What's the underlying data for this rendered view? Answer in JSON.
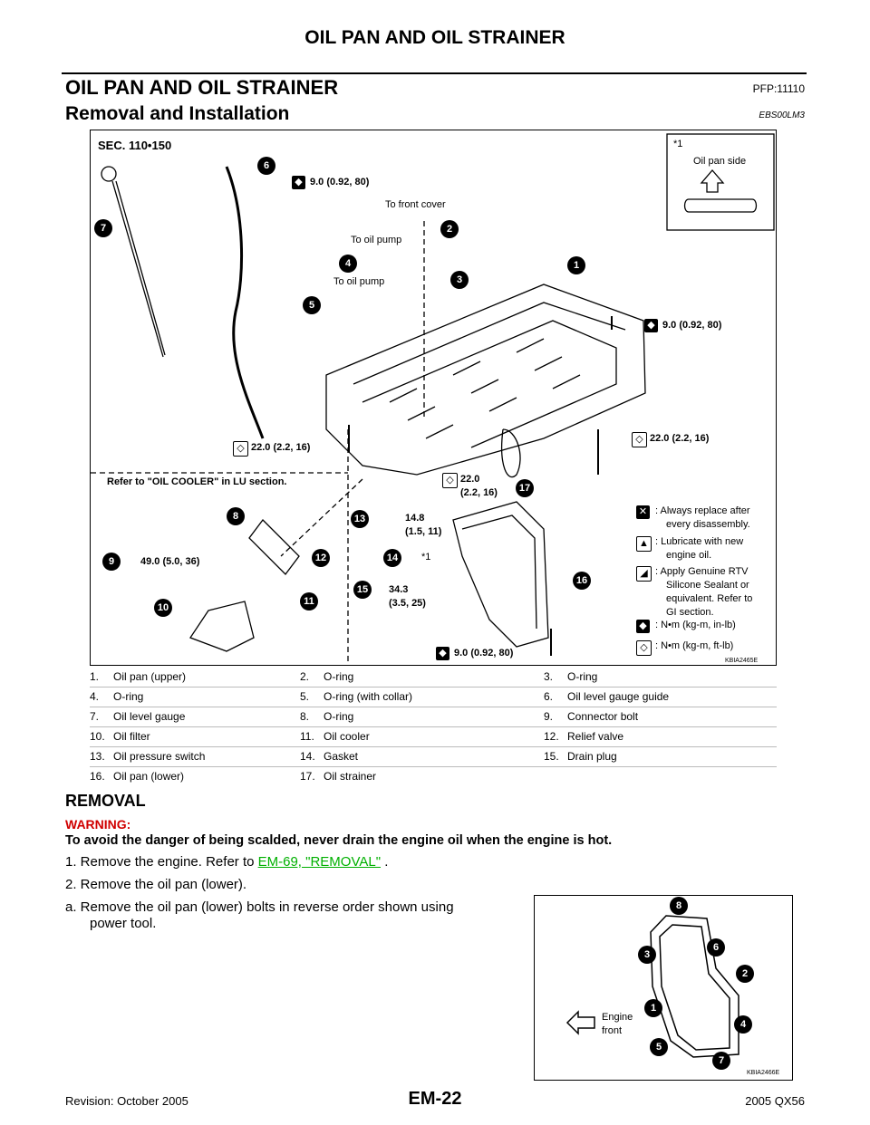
{
  "header": {
    "title": "OIL PAN AND OIL STRAINER"
  },
  "section": {
    "title": "OIL PAN AND OIL STRAINER",
    "pfp": "PFP:11110"
  },
  "subsection": {
    "title": "Removal and Installation",
    "code": "EBS00LM3"
  },
  "figure1": {
    "sec": "SEC. 110•150",
    "inset_mark": "*1",
    "inset_label": "Oil pan side",
    "code": "KBIA2465E",
    "labels": {
      "to_front_cover": "To front cover",
      "to_oil_pump_1": "To oil pump",
      "to_oil_pump_2": "To oil pump",
      "refer_cooler": "Refer to \"OIL COOLER\" in LU section.",
      "star1": "*1"
    },
    "torques": {
      "t6": "9.0 (0.92, 80)",
      "t1": "9.0 (0.92, 80)",
      "t_right": "22.0 (2.2, 16)",
      "t_left": "22.0 (2.2, 16)",
      "t_mid": "22.0",
      "t_mid2": "(2.2, 16)",
      "t13": "14.8",
      "t13b": "(1.5, 11)",
      "t9": "49.0 (5.0, 36)",
      "t15": "34.3",
      "t15b": "(3.5, 25)",
      "t_bottom": "9.0 (0.92, 80)"
    },
    "callouts": [
      "1",
      "2",
      "3",
      "4",
      "5",
      "6",
      "7",
      "8",
      "9",
      "10",
      "11",
      "12",
      "13",
      "14",
      "15",
      "16",
      "17"
    ],
    "legend": [
      {
        "icon": "replace-icon",
        "text1": ": Always replace after",
        "text2": "every disassembly."
      },
      {
        "icon": "lubricate-icon",
        "text1": ": Lubricate with new",
        "text2": "engine oil."
      },
      {
        "icon": "sealant-icon",
        "text1": ": Apply Genuine RTV",
        "text2": "Silicone Sealant or",
        "text3": "equivalent. Refer to",
        "text4": "GI section."
      },
      {
        "icon": "torque-inlb-icon",
        "text1": ": N•m (kg-m, in-lb)"
      },
      {
        "icon": "torque-ftlb-icon",
        "text1": ": N•m (kg-m, ft-lb)"
      }
    ]
  },
  "parts": [
    [
      "1.",
      "Oil pan (upper)"
    ],
    [
      "2.",
      "O-ring"
    ],
    [
      "3.",
      "O-ring"
    ],
    [
      "4.",
      "O-ring"
    ],
    [
      "5.",
      "O-ring (with collar)"
    ],
    [
      "6.",
      "Oil level gauge guide"
    ],
    [
      "7.",
      "Oil level gauge"
    ],
    [
      "8.",
      "O-ring"
    ],
    [
      "9.",
      "Connector bolt"
    ],
    [
      "10.",
      "Oil filter"
    ],
    [
      "11.",
      "Oil cooler"
    ],
    [
      "12.",
      "Relief valve"
    ],
    [
      "13.",
      "Oil pressure switch"
    ],
    [
      "14.",
      "Gasket"
    ],
    [
      "15.",
      "Drain plug"
    ],
    [
      "16.",
      "Oil pan (lower)"
    ],
    [
      "17.",
      "Oil strainer"
    ]
  ],
  "removal": {
    "heading": "REMOVAL",
    "warning_label": "WARNING:",
    "warning_text": "To avoid the danger of being scalded, never drain the engine oil when the engine is hot.",
    "step1_pre": "1.  Remove the engine. Refer to ",
    "step1_link": "EM-69, \"REMOVAL\"",
    "step1_post": " .",
    "step2": "2.  Remove the oil pan (lower).",
    "step_a1": "a.  Remove the oil pan (lower) bolts in reverse order shown using",
    "step_a2": "power tool."
  },
  "figure2": {
    "code": "KBIA2466E",
    "front1": "Engine",
    "front2": "front",
    "bolts": [
      "1",
      "2",
      "3",
      "4",
      "5",
      "6",
      "7",
      "8"
    ]
  },
  "footer": {
    "left": "Revision: October 2005",
    "center": "EM-22",
    "right": "2005 QX56"
  }
}
